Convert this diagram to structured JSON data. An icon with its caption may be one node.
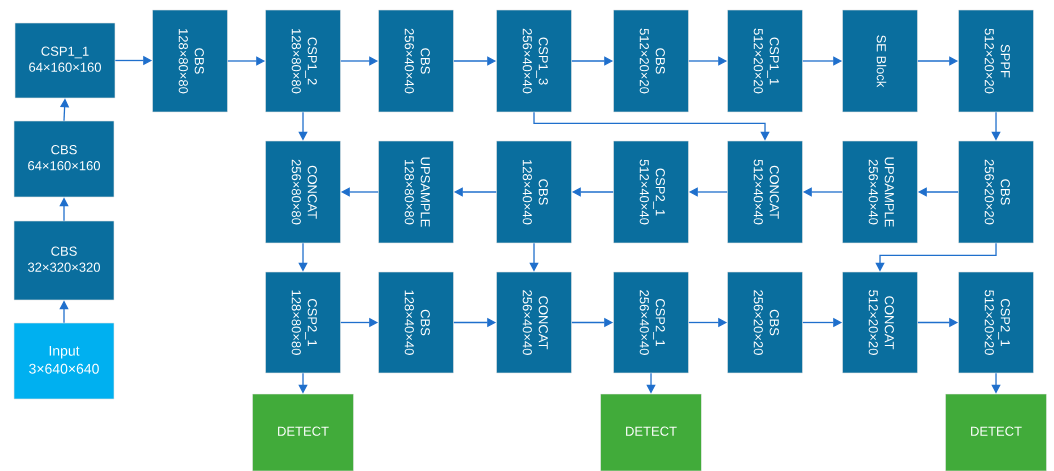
{
  "diagram": {
    "nodes": [
      {
        "text": [
          "Input",
          "3×640×640"
        ]
      },
      {
        "text": [
          "CBS",
          "32×320×320"
        ]
      },
      {
        "text": [
          "CBS",
          "64×160×160"
        ]
      },
      {
        "text": [
          "CSP1_1",
          "64×160×160"
        ]
      },
      {
        "text": [
          "CBS",
          "128×80×80"
        ]
      },
      {
        "text": [
          "CSP1_2",
          "128×80×80"
        ]
      },
      {
        "text": [
          "CBS",
          "256×40×40"
        ]
      },
      {
        "text": [
          "CSP1_3",
          "256×40×40"
        ]
      },
      {
        "text": [
          "CBS",
          "512×20×20"
        ]
      },
      {
        "text": [
          "CSP1_1",
          "512×20×20"
        ]
      },
      {
        "text": [
          "SE Block"
        ]
      },
      {
        "text": [
          "SPPF",
          "512×20×20"
        ]
      },
      {
        "text": [
          "CONCAT",
          "256×80×80"
        ]
      },
      {
        "text": [
          "UPSAMPLE",
          "128×80×80"
        ]
      },
      {
        "text": [
          "CBS",
          "128×40×40"
        ]
      },
      {
        "text": [
          "CSP2_1",
          "512×40×40"
        ]
      },
      {
        "text": [
          "CONCAT",
          "512×40×40"
        ]
      },
      {
        "text": [
          "UPSAMPLE",
          "256×40×40"
        ]
      },
      {
        "text": [
          "CBS",
          "256×20×20"
        ]
      },
      {
        "text": [
          "CSP2_1",
          "128×80×80"
        ]
      },
      {
        "text": [
          "CBS",
          "128×40×40"
        ]
      },
      {
        "text": [
          "CONCAT",
          "256×40×40"
        ]
      },
      {
        "text": [
          "CSP2_1",
          "256×40×40"
        ]
      },
      {
        "text": [
          "CBS",
          "256×20×20"
        ]
      },
      {
        "text": [
          "CONCAT",
          "512×20×20"
        ]
      },
      {
        "text": [
          "CSP2_1",
          "512×20×20"
        ]
      },
      {
        "text": [
          "DETECT"
        ]
      },
      {
        "text": [
          "DETECT"
        ]
      },
      {
        "text": [
          "DETECT"
        ]
      }
    ],
    "edges": [
      {
        "from": 0,
        "to": 1,
        "arrow": "to"
      },
      {
        "from": 1,
        "to": 2,
        "arrow": "to"
      },
      {
        "from": 2,
        "to": 3,
        "arrow": "to"
      },
      {
        "from": 3,
        "to": 4,
        "arrow": "to"
      },
      {
        "from": 4,
        "to": 5,
        "arrow": "to"
      },
      {
        "from": 5,
        "to": 6,
        "arrow": "to"
      },
      {
        "from": 6,
        "to": 7,
        "arrow": "to"
      },
      {
        "from": 7,
        "to": 8,
        "arrow": "to"
      },
      {
        "from": 8,
        "to": 9,
        "arrow": "to"
      },
      {
        "from": 9,
        "to": 10,
        "arrow": "to"
      },
      {
        "from": 10,
        "to": 11,
        "arrow": "to"
      },
      {
        "from": 11,
        "to": 18,
        "arrow": "to"
      },
      {
        "from": 18,
        "to": 17,
        "arrow": "to"
      },
      {
        "from": 17,
        "to": 16,
        "arrow": "to"
      },
      {
        "from": 16,
        "to": 15,
        "arrow": "to"
      },
      {
        "from": 15,
        "to": 14,
        "arrow": "to"
      },
      {
        "from": 14,
        "to": 13,
        "arrow": "to"
      },
      {
        "from": 13,
        "to": 12,
        "arrow": "to"
      },
      {
        "from": 5,
        "to": 12,
        "arrow": "to"
      },
      {
        "from": 7,
        "to": 16,
        "arrow": "to"
      },
      {
        "from": 12,
        "to": 19,
        "arrow": "to"
      },
      {
        "from": 14,
        "to": 21,
        "arrow": "to"
      },
      {
        "from": 18,
        "to": 24,
        "arrow": "to"
      },
      {
        "from": 19,
        "to": 20,
        "arrow": "to"
      },
      {
        "from": 20,
        "to": 21,
        "arrow": "to"
      },
      {
        "from": 21,
        "to": 22,
        "arrow": "to"
      },
      {
        "from": 22,
        "to": 23,
        "arrow": "to"
      },
      {
        "from": 23,
        "to": 24,
        "arrow": "to"
      },
      {
        "from": 24,
        "to": 25,
        "arrow": "to"
      },
      {
        "from": 19,
        "to": 26,
        "arrow": "to"
      },
      {
        "from": 22,
        "to": 27,
        "arrow": "to"
      },
      {
        "from": 25,
        "to": 28,
        "arrow": "to"
      }
    ]
  }
}
